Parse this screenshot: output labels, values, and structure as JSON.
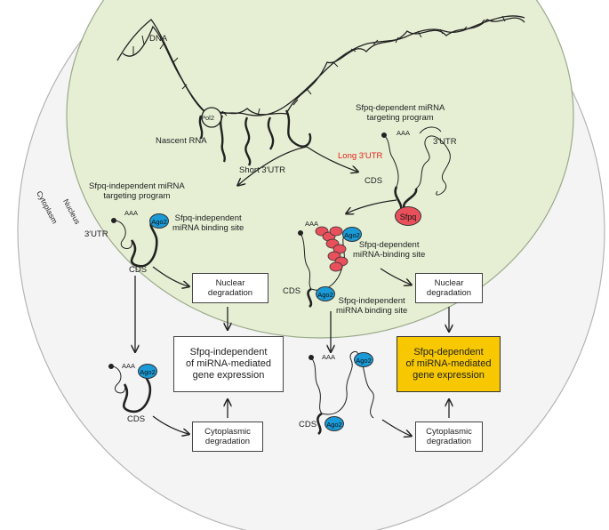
{
  "labels": {
    "dna": "DNA",
    "pol2": "Pol2",
    "nascent_rna": "Nascent RNA",
    "nucleus": "Nucleus",
    "cytoplasm": "Cytoplasm",
    "short_utr": "Short 3′UTR",
    "long_utr": "Long 3′UTR",
    "dep_program": "Sfpq-dependent miRNA\ntargeting program",
    "indep_program": "Sfpq-independent miRNA\ntargeting program",
    "utr3_right": "3′UTR",
    "utr3_left": "3′UTR",
    "cds_right_top": "CDS",
    "cds_left_top": "CDS",
    "cds_right_mid": "CDS",
    "cds_left_bottom": "CDS",
    "cds_right_bottom": "CDS",
    "aaa": "AAA",
    "ago2": "Ago2",
    "sfpq": "Sfpq",
    "indep_site_left": "Sfpq-independent\nmiRNA binding site",
    "dep_site": "Sfpq-dependent\nmiRNA-binding site",
    "indep_site_right": "Sfpq-independent\nmiRNA binding site"
  },
  "boxes": {
    "nuclear_deg_left": "Nuclear\ndegradation",
    "nuclear_deg_right": "Nuclear\ndegradation",
    "indep_expression": "Sfpq-independent\nof miRNA-mediated\ngene expression",
    "dep_expression": "Sfpq-dependent\nof miRNA-mediated\ngene expression",
    "cyto_deg_left": "Cytoplasmic\ndegradation",
    "cyto_deg_right": "Cytoplasmic\ndegradation"
  },
  "colors": {
    "nucleus_fill": "#e6efd4",
    "cytoplasm_fill": "#f4f4f4",
    "ago2": "#1a9ad6",
    "sfpq": "#e8505b",
    "highlight_box": "#f7c800",
    "long_utr_text": "#e2231a"
  }
}
